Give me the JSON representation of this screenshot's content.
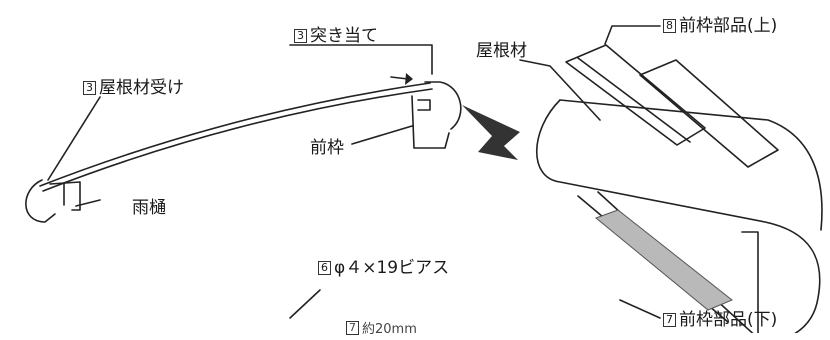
{
  "labels": {
    "roof_receiver": {
      "num": "3",
      "text": "屋根材受け"
    },
    "stopper": {
      "num": "3",
      "text": "突き当て"
    },
    "front_frame": {
      "text": "前枠"
    },
    "gutter": {
      "text": "雨樋"
    },
    "roof_material": {
      "text": "屋根材"
    },
    "front_frame_upper": {
      "num": "8",
      "text": "前枠部品(上)"
    },
    "front_frame_lower": {
      "num": "7",
      "text": "前枠部品(下)"
    },
    "screw": {
      "num": "6",
      "text": "φ４×19ビアス"
    },
    "approx": {
      "num": "7",
      "text": "約20mm"
    }
  }
}
